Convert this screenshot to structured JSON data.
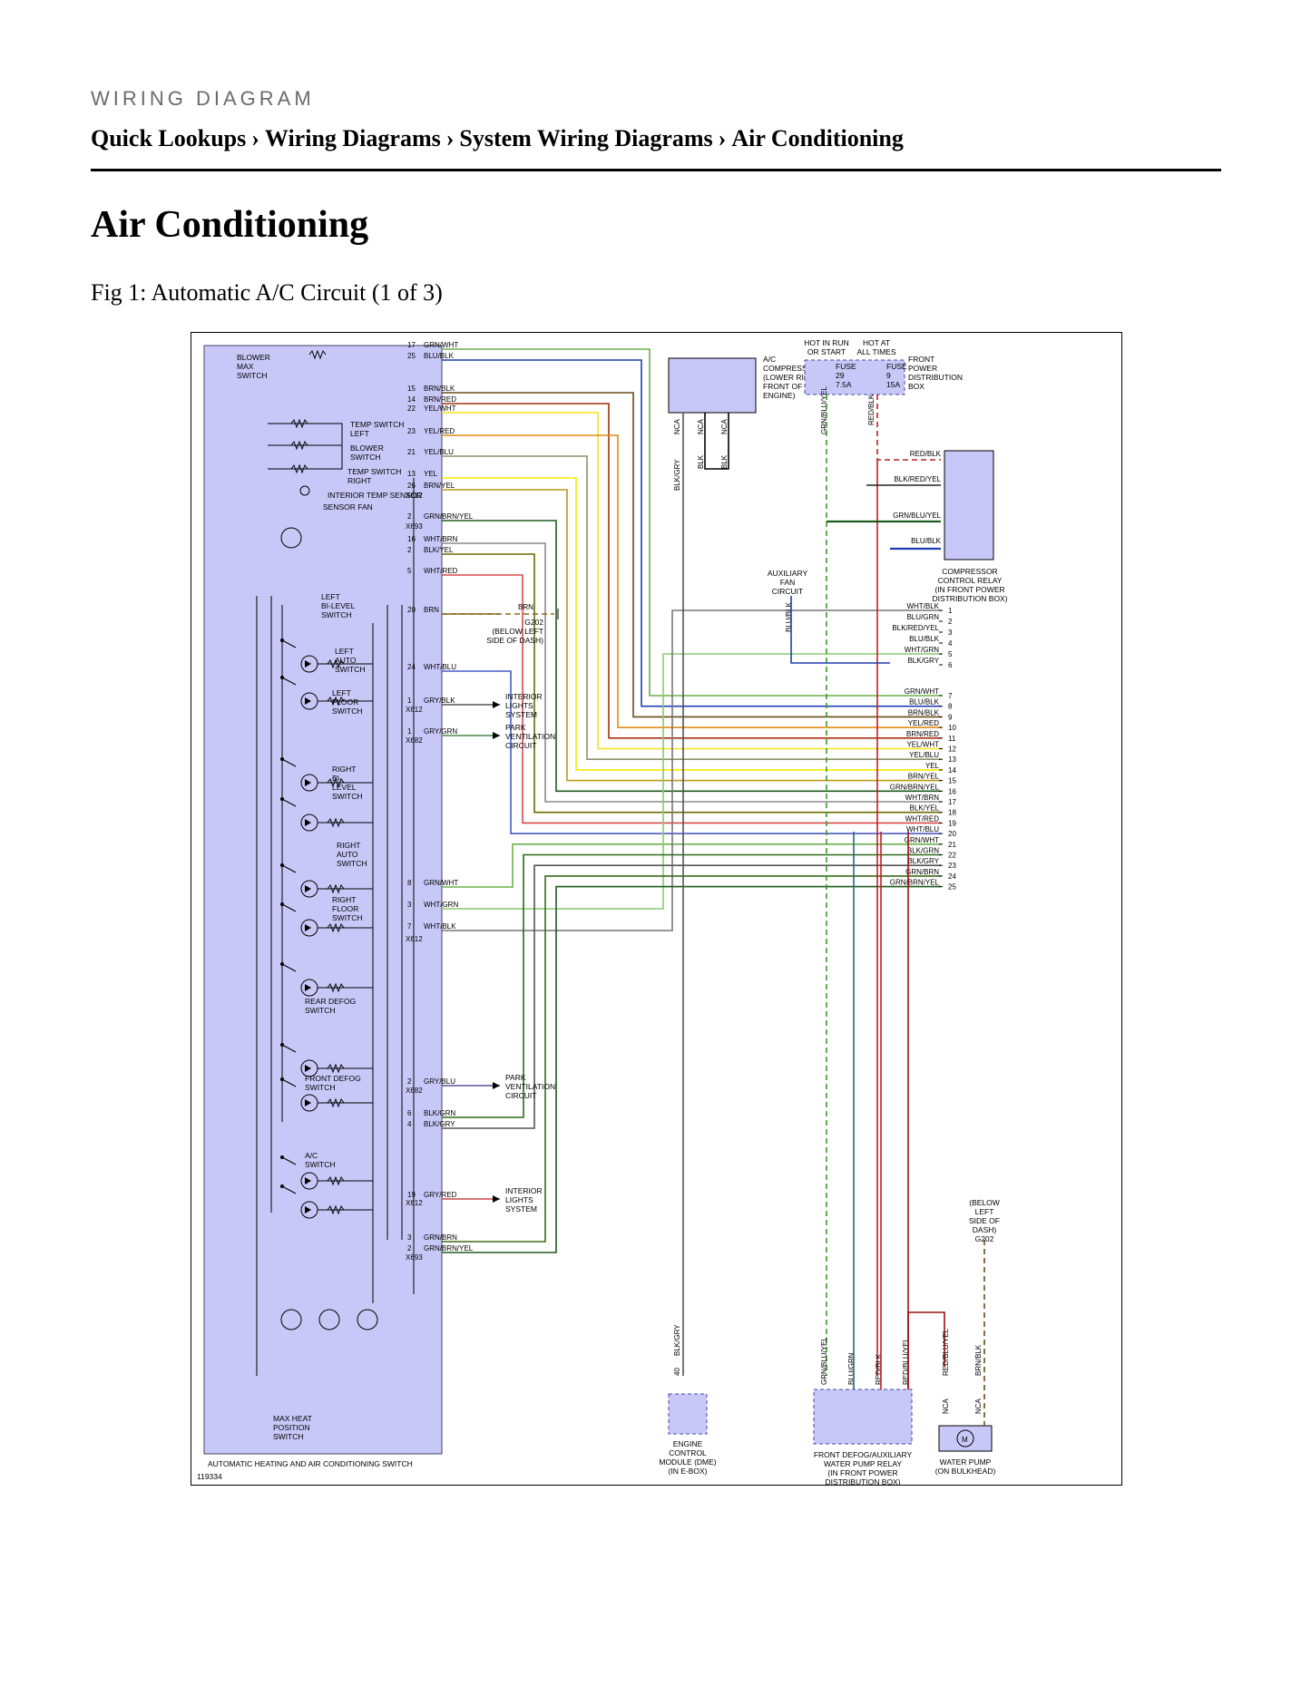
{
  "header": {
    "section_label": "WIRING DIAGRAM",
    "breadcrumb": [
      "Quick Lookups",
      "Wiring Diagrams",
      "System Wiring Diagrams",
      "Air Conditioning"
    ],
    "separator": "›"
  },
  "page": {
    "title": "Air Conditioning",
    "figure_caption": "Fig 1: Automatic A/C Circuit (1 of 3)"
  },
  "diagram": {
    "figure_id": "119334",
    "switch_module_label": "AUTOMATIC HEATING AND AIR CONDITIONING SWITCH",
    "internal_labels": [
      "BLOWER",
      "MAX",
      "SWITCH",
      "TEMP SWITCH",
      "LEFT",
      "BLOWER",
      "SWITCH",
      "TEMP SWITCH",
      "RIGHT",
      "INTERIOR TEMP SENSOR",
      "SENSOR FAN",
      "LEFT",
      "BI-LEVEL",
      "SWITCH",
      "LEFT",
      "AUTO",
      "SWITCH",
      "LEFT",
      "FLOOR",
      "SWITCH",
      "RIGHT",
      "BI-",
      "LEVEL",
      "SWITCH",
      "RIGHT",
      "AUTO",
      "SWITCH",
      "RIGHT",
      "FLOOR",
      "SWITCH",
      "REAR DEFOG",
      "SWITCH",
      "FRONT DEFOG",
      "SWITCH",
      "A/C",
      "SWITCH",
      "MAX HEAT",
      "POSITION",
      "SWITCH"
    ],
    "left_pins": [
      {
        "pin": "17",
        "wire": "GRN/WHT",
        "color": "#6ab04c"
      },
      {
        "pin": "25",
        "wire": "BLU/BLK",
        "color": "#1f3fb0"
      },
      {
        "pin": "15",
        "wire": "BRN/BLK",
        "color": "#6b4b1a"
      },
      {
        "pin": "14",
        "wire": "BRN/RED",
        "color": "#a0300e"
      },
      {
        "pin": "22",
        "wire": "YEL/WHT",
        "color": "#f2e41a"
      },
      {
        "pin": "23",
        "wire": "YEL/RED",
        "color": "#e08a12"
      },
      {
        "pin": "21",
        "wire": "YEL/BLU",
        "color": "#8f8f6a"
      },
      {
        "pin": "13",
        "wire": "YEL",
        "color": "#f5ea00"
      },
      {
        "pin": "26",
        "wire": "BRN/YEL",
        "color": "#b89a1a"
      },
      {
        "pin": "2",
        "wire": "GRN/BRN/YEL",
        "color": "#1e5a1e"
      },
      {
        "pin": "16",
        "wire": "WHT/BRN",
        "color": "#8a8a8a"
      },
      {
        "pin": "2",
        "wire": "BLK/YEL",
        "color": "#6b6b00"
      },
      {
        "pin": "5",
        "wire": "WHT/RED",
        "color": "#d84a4a"
      },
      {
        "pin": "20",
        "wire": "BRN",
        "color": "#8a6a1a"
      },
      {
        "pin": "24",
        "wire": "WHT/BLU",
        "color": "#4a5ac8"
      },
      {
        "pin": "1",
        "wire": "GRY/BLK",
        "color": "#555555"
      },
      {
        "pin": "1",
        "wire": "GRY/GRN",
        "color": "#4a8a4a"
      },
      {
        "pin": "8",
        "wire": "GRN/WHT",
        "color": "#6ab04c"
      },
      {
        "pin": "3",
        "wire": "WHT/GRN",
        "color": "#8ac870"
      },
      {
        "pin": "7",
        "wire": "WHT/BLK",
        "color": "#777777"
      },
      {
        "pin": "2",
        "wire": "GRY/BLU",
        "color": "#555599"
      },
      {
        "pin": "6",
        "wire": "BLK/GRN",
        "color": "#2a6a1a"
      },
      {
        "pin": "4",
        "wire": "BLK/GRY",
        "color": "#555555"
      },
      {
        "pin": "19",
        "wire": "GRY/RED",
        "color": "#c84a4a"
      },
      {
        "pin": "3",
        "wire": "GRN/BRN",
        "color": "#3a6a1a"
      },
      {
        "pin": "2",
        "wire": "GRN/BRN/YEL",
        "color": "#1e5a1e"
      }
    ],
    "connectors": [
      "X612",
      "X693",
      "X682"
    ],
    "destinations": [
      {
        "lines": [
          "INTERIOR",
          "LIGHTS",
          "SYSTEM"
        ]
      },
      {
        "lines": [
          "PARK",
          "VENTILATION",
          "CIRCUIT"
        ]
      },
      {
        "lines": [
          "AUXILIARY",
          "FAN",
          "CIRCUIT"
        ]
      }
    ],
    "ground_g202_left": [
      "G202",
      "(BELOW LEFT",
      "SIDE OF DASH)"
    ],
    "ground_g202_right": [
      "(BELOW",
      "LEFT",
      "SIDE OF",
      "DASH)",
      "G202"
    ],
    "power": {
      "hot_in_run": [
        "HOT IN RUN",
        "OR START"
      ],
      "hot_at_all_times": [
        "HOT AT",
        "ALL TIMES"
      ],
      "fuse_29": [
        "FUSE",
        "29",
        "7.5A"
      ],
      "fuse_9": [
        "FUSE",
        "9",
        "15A"
      ],
      "front_power_box": [
        "FRONT",
        "POWER",
        "DISTRIBUTION",
        "BOX"
      ]
    },
    "ac_compressor": [
      "A/C",
      "COMPRESSOR",
      "(LOWER RIGHT",
      "FRONT OF",
      "ENGINE)"
    ],
    "compressor_relay": [
      "COMPRESSOR",
      "CONTROL RELAY",
      "(IN FRONT POWER",
      "DISTRIBUTION BOX)"
    ],
    "relay_wires": [
      "RED/BLK",
      "BLK/RED/YEL",
      "GRN/BLU/YEL",
      "BLU/BLK"
    ],
    "vertical_labels": [
      "NCA",
      "NCA",
      "NCA",
      "BLK/GRY",
      "BLK",
      "BLK",
      "GRN/BLU/YEL",
      "RED/BLK",
      "BLU/BLK"
    ],
    "right_pins": [
      {
        "pin": "1",
        "wire": "WHT/BLK",
        "color": "#777777"
      },
      {
        "pin": "2",
        "wire": "BLU/GRN",
        "color": "#1f6a8a"
      },
      {
        "pin": "3",
        "wire": "BLK/RED/YEL",
        "color": "#222222"
      },
      {
        "pin": "4",
        "wire": "BLU/BLK",
        "color": "#1f3fb0"
      },
      {
        "pin": "5",
        "wire": "WHT/GRN",
        "color": "#8ac870"
      },
      {
        "pin": "6",
        "wire": "BLK/GRY",
        "color": "#555555"
      },
      {
        "pin": "7",
        "wire": "GRN/WHT",
        "color": "#6ab04c"
      },
      {
        "pin": "8",
        "wire": "BLU/BLK",
        "color": "#1f3fb0"
      },
      {
        "pin": "9",
        "wire": "BRN/BLK",
        "color": "#6b4b1a"
      },
      {
        "pin": "10",
        "wire": "YEL/RED",
        "color": "#e08a12"
      },
      {
        "pin": "11",
        "wire": "BRN/RED",
        "color": "#a0300e"
      },
      {
        "pin": "12",
        "wire": "YEL/WHT",
        "color": "#f2e41a"
      },
      {
        "pin": "13",
        "wire": "YEL/BLU",
        "color": "#8f8f6a"
      },
      {
        "pin": "14",
        "wire": "YEL",
        "color": "#f5ea00"
      },
      {
        "pin": "15",
        "wire": "BRN/YEL",
        "color": "#b89a1a"
      },
      {
        "pin": "16",
        "wire": "GRN/BRN/YEL",
        "color": "#1e5a1e"
      },
      {
        "pin": "17",
        "wire": "WHT/BRN",
        "color": "#8a8a8a"
      },
      {
        "pin": "18",
        "wire": "BLK/YEL",
        "color": "#6b6b00"
      },
      {
        "pin": "19",
        "wire": "WHT/RED",
        "color": "#d84a4a"
      },
      {
        "pin": "20",
        "wire": "WHT/BLU",
        "color": "#4a5ac8"
      },
      {
        "pin": "21",
        "wire": "GRN/WHT",
        "color": "#6ab04c"
      },
      {
        "pin": "22",
        "wire": "BLK/GRN",
        "color": "#2a6a1a"
      },
      {
        "pin": "23",
        "wire": "BLK/GRY",
        "color": "#555555"
      },
      {
        "pin": "24",
        "wire": "GRN/BRN",
        "color": "#3a6a1a"
      },
      {
        "pin": "25",
        "wire": "GRN/BRN/YEL",
        "color": "#1e5a1e"
      }
    ],
    "ecm": {
      "pin": "40",
      "wire": "BLK/GRY",
      "lines": [
        "ENGINE",
        "CONTROL",
        "MODULE (DME)",
        "(IN E-BOX)"
      ]
    },
    "defog_relay": {
      "wires": [
        "GRN/BLU/YEL",
        "BLU/GRN",
        "RED/BLK",
        "RED/BLU/YEL"
      ],
      "lines": [
        "FRONT DEFOG/AUXILIARY",
        "WATER PUMP RELAY",
        "(IN FRONT POWER",
        "DISTRIBUTION BOX)"
      ]
    },
    "water_pump": {
      "wires": [
        "RED/BLU/YEL",
        "BRN/BLK",
        "NCA",
        "NCA"
      ],
      "lines": [
        "WATER PUMP",
        "(ON BULKHEAD)"
      ],
      "symbol": "M"
    },
    "colors": {
      "module_fill": "#c8c8f8",
      "module_stroke": "#444466"
    }
  }
}
